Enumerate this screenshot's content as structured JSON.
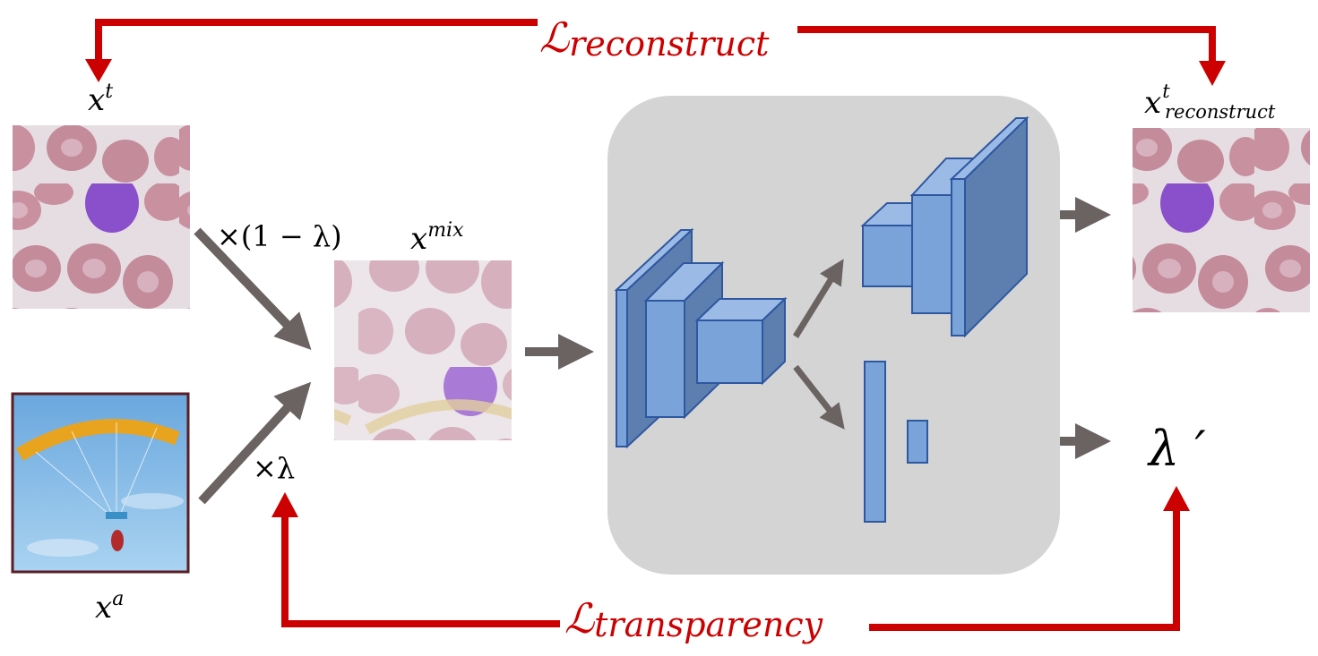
{
  "labels": {
    "xt": {
      "base": "x",
      "sup": "t"
    },
    "xa": {
      "base": "x",
      "sup": "a"
    },
    "xmix": {
      "base": "x",
      "sup": "mix"
    },
    "xrec": {
      "base": "x",
      "sup": "t",
      "sub": "reconstruct"
    },
    "one_minus_lambda": "×(1 − λ)",
    "lambda": "×λ",
    "lambda_prime": "λ ′"
  },
  "losses": {
    "reconstruct": {
      "symbol": "ℒ",
      "sub": "reconstruct"
    },
    "transparency": {
      "symbol": "ℒ",
      "sub": "transparency"
    }
  },
  "colors": {
    "loss_arrow": "#cc0000",
    "flow_arrow": "#6b6262",
    "network_bg": "#d4d4d4",
    "block_front": "#7aa3da",
    "block_side": "#5d7fb0",
    "block_stroke": "#2e57a0",
    "cell_bg": "#e6d9e1",
    "cell_rbc": "#c88f9f",
    "cell_wbc": "#8b4fc9",
    "sky": "#8cc1ea",
    "parachute": "#e9a41f"
  },
  "icons": {
    "xt_image": "blood-cell-image",
    "xa_image": "parachute-image",
    "xmix_image": "mixed-image",
    "xrec_image": "reconstructed-blood-cell-image"
  }
}
